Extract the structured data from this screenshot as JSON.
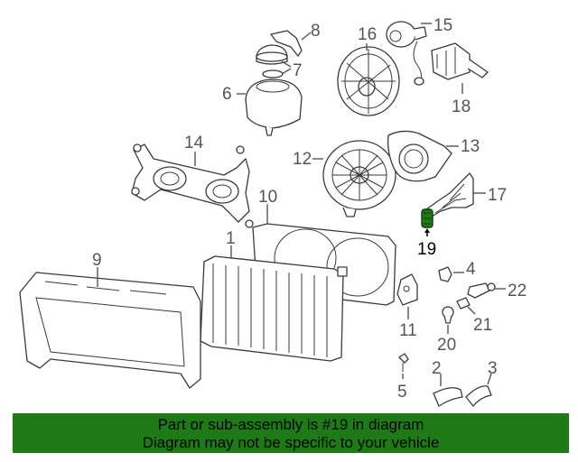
{
  "callouts": {
    "c1": "1",
    "c2": "2",
    "c3": "3",
    "c4": "4",
    "c5": "5",
    "c6": "6",
    "c7": "7",
    "c8": "8",
    "c9": "9",
    "c10": "10",
    "c11": "11",
    "c12": "12",
    "c13": "13",
    "c14": "14",
    "c15": "15",
    "c16": "16",
    "c17": "17",
    "c18": "18",
    "c19": "19",
    "c20": "20",
    "c21": "21",
    "c22": "22"
  },
  "highlight_part": "19",
  "colors": {
    "highlight": "#1e7a16",
    "banner": "#1e7a16"
  },
  "banner": {
    "line1": "Part or sub-assembly is #19 in diagram",
    "line2": "Diagram may not be specific to your vehicle"
  }
}
